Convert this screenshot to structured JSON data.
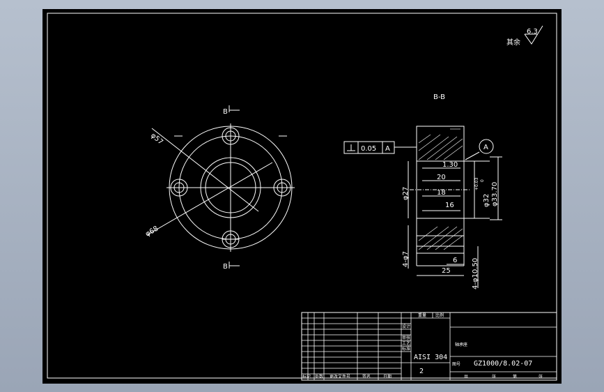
{
  "drawing": {
    "roughness_label": "其余",
    "roughness_value": "6.3",
    "section_label": "B-B",
    "section_mark_top": "B",
    "section_mark_bottom": "B",
    "dim_dia57": "φ57",
    "dim_dia68": "φ68",
    "tolerance_value": "0.05",
    "datum_letter": "A",
    "datum_callout": "A",
    "dim_130": "1.30",
    "dim_20": "20",
    "dim_18": "18",
    "dim_16": "16",
    "dim_dia27": "φ27",
    "dim_tol_upper": "+0.03",
    "dim_tol_lower": "0",
    "dim_dia32": "φ32",
    "dim_dia3370": "φ33.70",
    "dim_holes7": "4-φ7",
    "dim_6": "6",
    "dim_25": "25",
    "dim_holes1050": "4-φ10.50"
  },
  "title_block": {
    "material": "AISI 304",
    "quantity": "2",
    "drawing_number": "GZ1000/8.02-07",
    "part_name": "轴承座",
    "drawing_no_label": "图号",
    "hdr_weight": "重量",
    "hdr_scale": "比例",
    "row_labels": [
      "设计",
      "审核",
      "工艺",
      "标准"
    ],
    "bottom_labels": [
      "标记",
      "处数",
      "更改文件号",
      "签名",
      "日期"
    ],
    "bottom_right": [
      "共",
      "张",
      "第",
      "张"
    ]
  }
}
